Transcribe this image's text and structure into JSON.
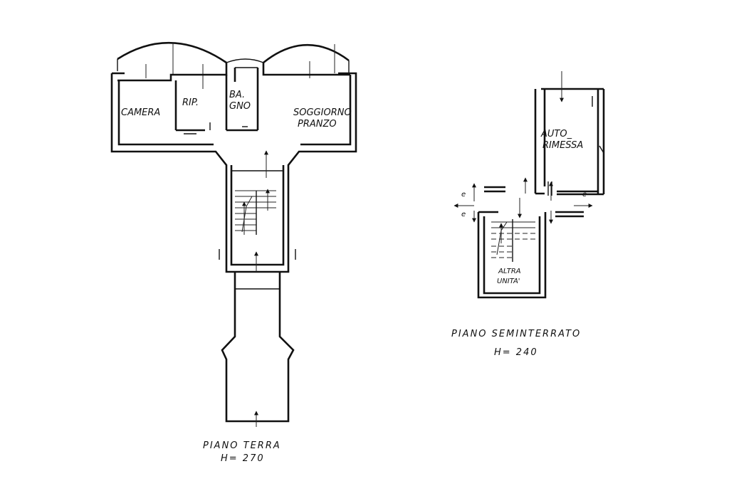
{
  "ground_floor": {
    "rooms": {
      "camera": "CAMERA",
      "rip": "RIP.",
      "bagno_1": "BA.",
      "bagno_2": "GNO",
      "soggiorno": "SOGGIORNO",
      "pranzo": "PRANZO"
    },
    "title": "PIANO  TERRA",
    "height": "H= 270"
  },
  "basement": {
    "rooms": {
      "auto": "AUTO_",
      "rimessa": "RIMESSA",
      "altra_1": "ALTRA",
      "altra_2": "UNITA'"
    },
    "title": "PIANO     SEMINTERRATO",
    "height": "H= 240"
  }
}
